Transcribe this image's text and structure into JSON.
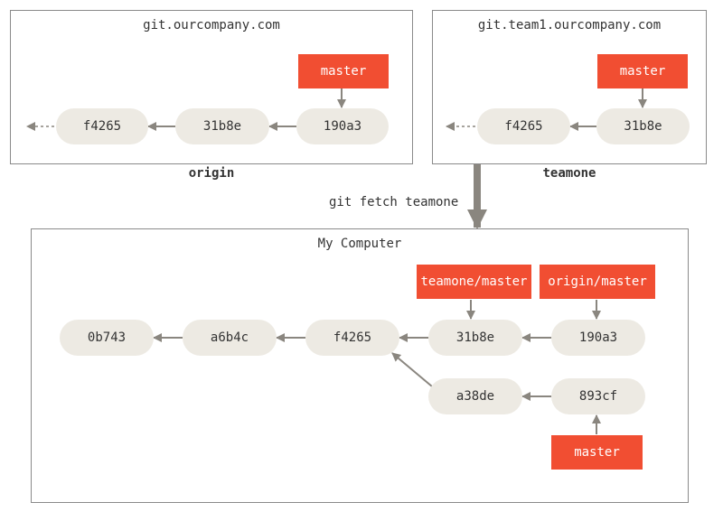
{
  "colors": {
    "commit_fill": "#edeae3",
    "ref_fill": "#f14e32",
    "arrow": "#8a867f",
    "border": "#8a8a8a"
  },
  "origin": {
    "host": "git.ourcompany.com",
    "label": "origin",
    "commits": [
      "f4265",
      "31b8e",
      "190a3"
    ],
    "ref": "master"
  },
  "teamone": {
    "host": "git.team1.ourcompany.com",
    "label": "teamone",
    "commits": [
      "f4265",
      "31b8e"
    ],
    "ref": "master"
  },
  "fetch_command": "git fetch teamone",
  "local": {
    "title": "My Computer",
    "commits_main": [
      "0b743",
      "a6b4c",
      "f4265",
      "31b8e",
      "190a3"
    ],
    "commits_branch": [
      "a38de",
      "893cf"
    ],
    "refs": {
      "teamone_master": "teamone/master",
      "origin_master": "origin/master",
      "master": "master"
    }
  }
}
